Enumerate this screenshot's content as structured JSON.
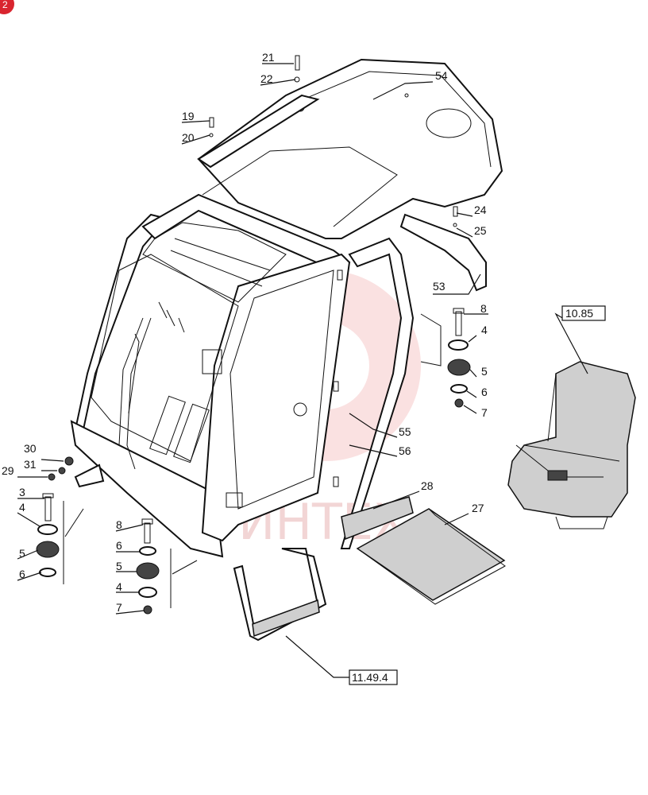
{
  "corner_badge": {
    "label": "2",
    "color": "#d9252f"
  },
  "watermark": {
    "text": "ИНТЕХ",
    "color": "#f3b7b7"
  },
  "part_labels": [
    "21",
    "22",
    "54",
    "19",
    "20",
    "24",
    "25",
    "53",
    "8",
    "4",
    "5",
    "6",
    "7",
    "55",
    "56",
    "28",
    "27",
    "30",
    "31",
    "29",
    "3",
    "4",
    "5",
    "6",
    "8",
    "6",
    "5",
    "4",
    "7"
  ],
  "reference_boxes": [
    "10.85",
    "11.49.4"
  ]
}
